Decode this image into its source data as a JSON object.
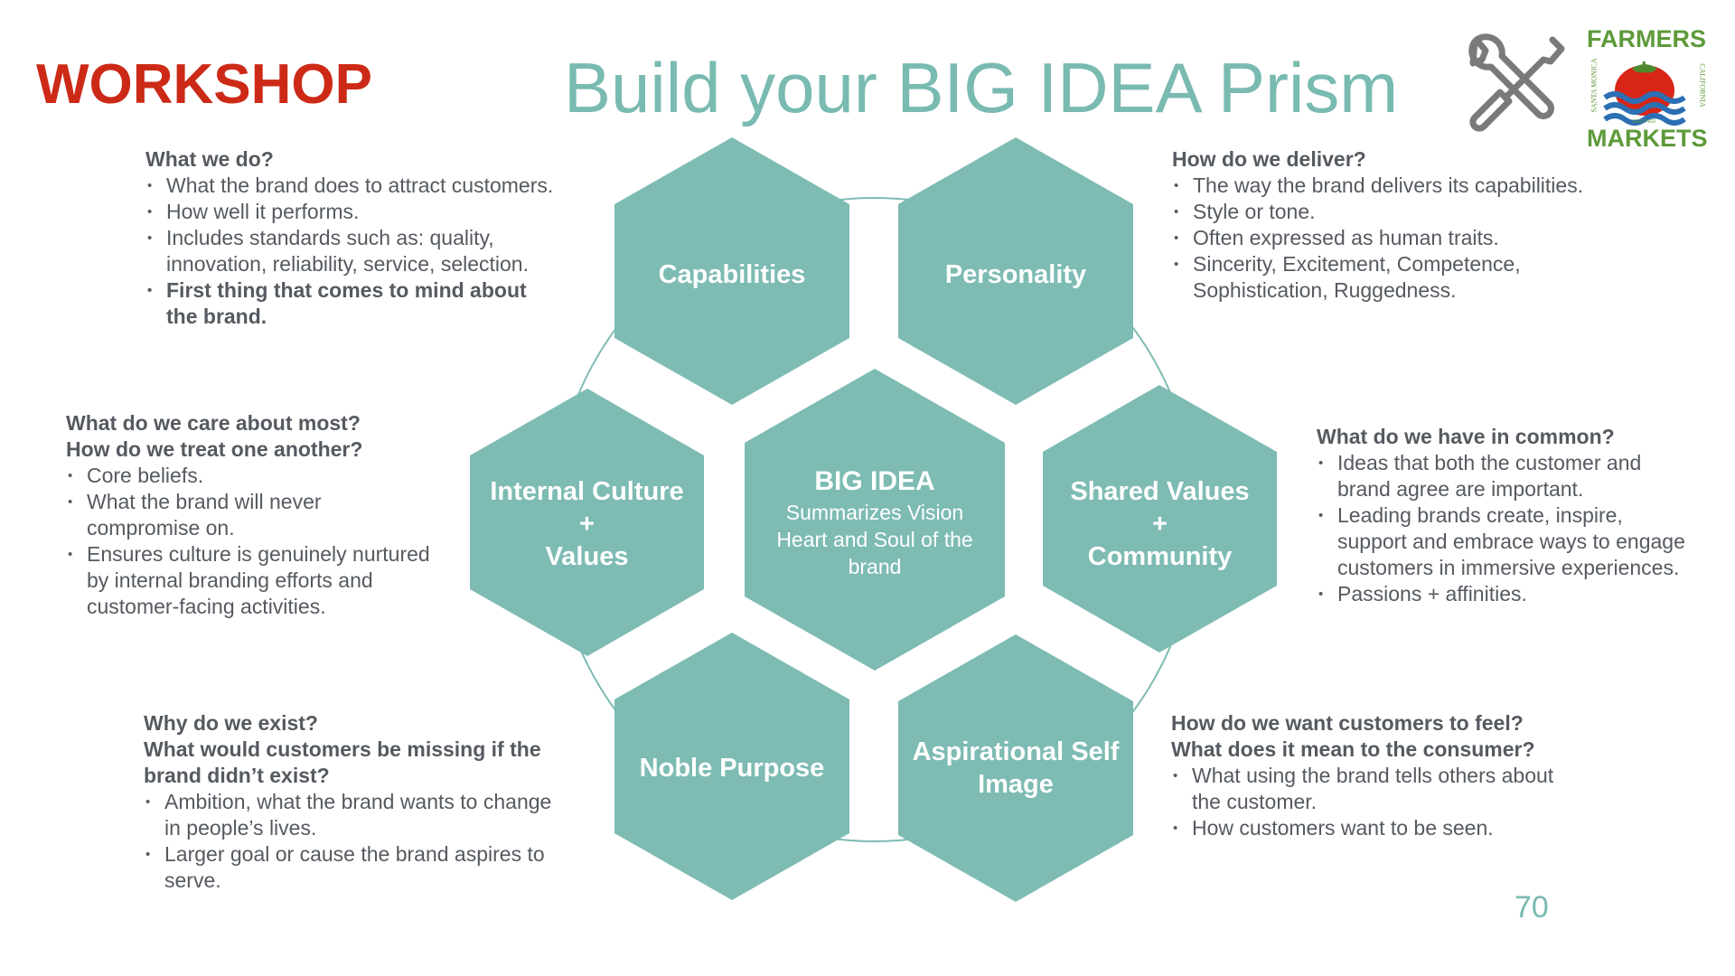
{
  "header": {
    "workshop": "WORKSHOP",
    "title": "Build your BIG IDEA Prism",
    "page_number": "70"
  },
  "hexagons": {
    "capabilities": "Capabilities",
    "personality": "Personality",
    "internal_culture_line1": "Internal Culture",
    "internal_culture_line2": "+",
    "internal_culture_line3": "Values",
    "big_idea_title": "BIG IDEA",
    "big_idea_sub1": "Summarizes Vision",
    "big_idea_sub2": "Heart and Soul of the",
    "big_idea_sub3": "brand",
    "shared_values_line1": "Shared Values",
    "shared_values_line2": "+",
    "shared_values_line3": "Community",
    "noble_purpose": "Noble Purpose",
    "aspirational_line1": "Aspirational Self",
    "aspirational_line2": "Image"
  },
  "colors": {
    "hexagon": "#7dbbb3",
    "title": "#79bab1",
    "workshop": "#cc2a17",
    "text": "#555a60"
  },
  "blocks": {
    "what_we_do": {
      "q1": "What we do?",
      "b1": "What the brand does to attract customers.",
      "b2": "How well it performs.",
      "b3_l1": "Includes standards such as: quality,",
      "b3_l2": "innovation, reliability, service, selection.",
      "b4_l1": "First thing that comes to mind about",
      "b4_l2": "the brand."
    },
    "how_deliver": {
      "q1": "How do we deliver?",
      "b1": "The way the brand delivers its capabilities.",
      "b2": "Style or tone.",
      "b3": "Often expressed as human traits.",
      "b4_l1": "Sincerity, Excitement, Competence,",
      "b4_l2": "Sophistication, Ruggedness."
    },
    "care_most": {
      "q1": "What do we care about most?",
      "q2": "How do we treat one another?",
      "b1": "Core beliefs.",
      "b2_l1": "What the brand will never",
      "b2_l2": "compromise on.",
      "b3_l1": "Ensures culture is genuinely nurtured",
      "b3_l2": "by internal branding efforts and",
      "b3_l3": "customer-facing activities."
    },
    "in_common": {
      "q1": "What do we have in common?",
      "b1_l1": "Ideas that both the customer and",
      "b1_l2": "brand agree are important.",
      "b2_l1": "Leading brands create, inspire,",
      "b2_l2": "support and embrace ways to engage",
      "b2_l3": "customers in immersive experiences.",
      "b3": "Passions + affinities."
    },
    "why_exist": {
      "q1": "Why do we exist?",
      "q2_l1": "What would customers be missing if the",
      "q2_l2": "brand didn’t exist?",
      "b1_l1": "Ambition, what the brand wants to change",
      "b1_l2": "in people’s lives.",
      "b2_l1": "Larger goal or cause the brand aspires to",
      "b2_l2": "serve."
    },
    "customers_feel": {
      "q1": "How do we want customers to feel?",
      "q2": "What does it mean to the consumer?",
      "b1_l1": "What using the brand tells others about",
      "b1_l2": "the customer.",
      "b2": "How customers want to be seen."
    }
  },
  "logos": {
    "tools_icon": "wrench-screwdriver-icon",
    "farmers": "FARMERS",
    "markets": "MARKETS",
    "santa_monica": "SANTA MONICA",
    "california": "CALIFORNIA",
    "certified": "CERTIFIED"
  }
}
